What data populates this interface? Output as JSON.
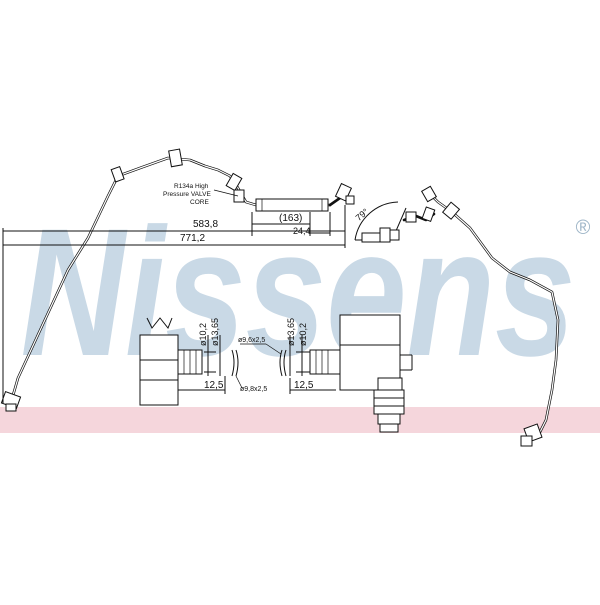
{
  "brand": {
    "watermark": "Nissens",
    "registered": "®",
    "watermark_color": "#c9d9e6",
    "band_color": "#f5d6dc"
  },
  "labels": {
    "refrigerant_line1": "R134a High",
    "refrigerant_line2": "Pressure VALVE",
    "refrigerant_line3": "CORE",
    "angle": "79°"
  },
  "dimensions": {
    "overall_length": "771,2",
    "length_to_valve": "583,8",
    "sleeve_length": "(163)",
    "sleeve_offset": "24,4",
    "left_fitting_d1": "ø10,2",
    "left_fitting_d2": "ø13,65",
    "left_fitting_len": "12,5",
    "oring_top": "ø9,6x2,5",
    "oring_bottom": "ø9,8x2,5",
    "right_fitting_d1": "ø13,65",
    "right_fitting_d2": "ø10,2",
    "right_fitting_len": "12,5"
  }
}
